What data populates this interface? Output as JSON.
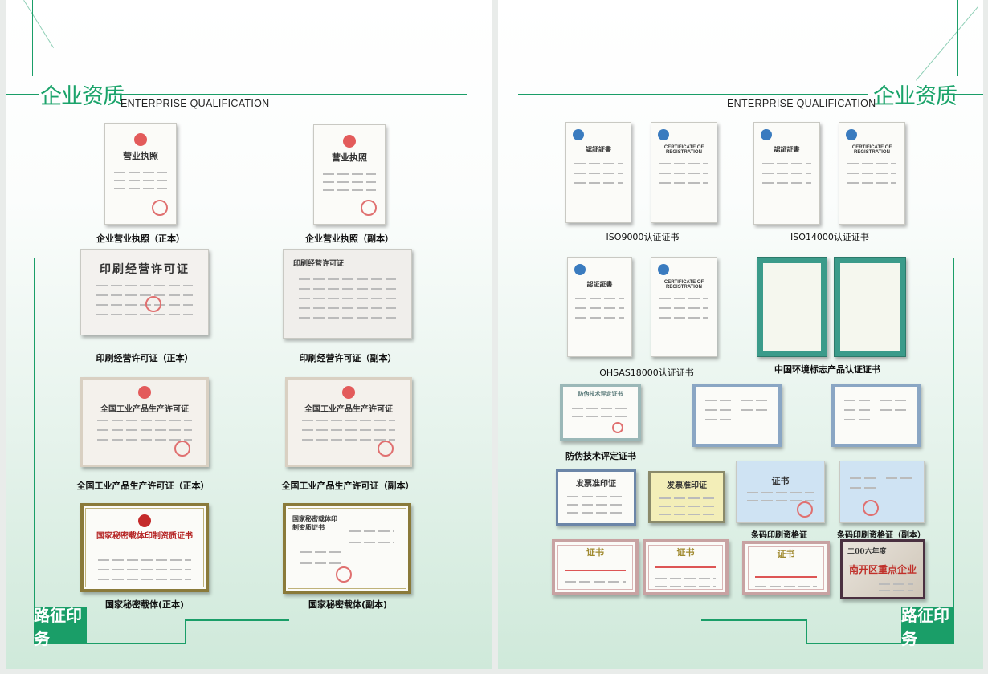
{
  "header": {
    "title_cn": "企业资质",
    "title_en": "ENTERPRISE QUALIFICATION"
  },
  "brand": "路征印务",
  "colors": {
    "accent": "#1a9e68"
  },
  "left_certs": [
    {
      "title": "营业执照",
      "caption": "企业营业执照（正本）"
    },
    {
      "title": "营业执照",
      "caption": "企业营业执照（副本）"
    },
    {
      "title": "印刷经营许可证",
      "caption": "印刷经营许可证（正本）"
    },
    {
      "title": "印刷经营许可证",
      "caption": "印刷经营许可证（副本）"
    },
    {
      "title": "全国工业产品生产许可证",
      "caption": "全国工业产品生产许可证（正本）"
    },
    {
      "title": "全国工业产品生产许可证",
      "caption": "全国工业产品生产许可证（副本）"
    },
    {
      "title": "国家秘密载体印制资质证书",
      "caption": "国家秘密载体(正本)"
    },
    {
      "title": "国家秘密载体印制资质证书",
      "caption": "国家秘密载体(副本)"
    }
  ],
  "right_captions": [
    "ISO9000认证证书",
    "ISO14000认证证书",
    "OHSAS18000认证证书",
    "中国环境标志产品认证证书",
    "防伪技术评定证书",
    "条码印刷资格证",
    "条码印刷资格证（副本）"
  ],
  "right_titles": {
    "iso_cn": "認証証書",
    "iso_en": "CERTIFICATE OF REGISTRATION",
    "fangwei": "防伪技术评定证书",
    "fapiao": "发票准印证",
    "tiaoma": "证书",
    "zhengshu": "证书",
    "plaque_year": "二00六年度",
    "plaque_main": "南开区重点企业"
  }
}
